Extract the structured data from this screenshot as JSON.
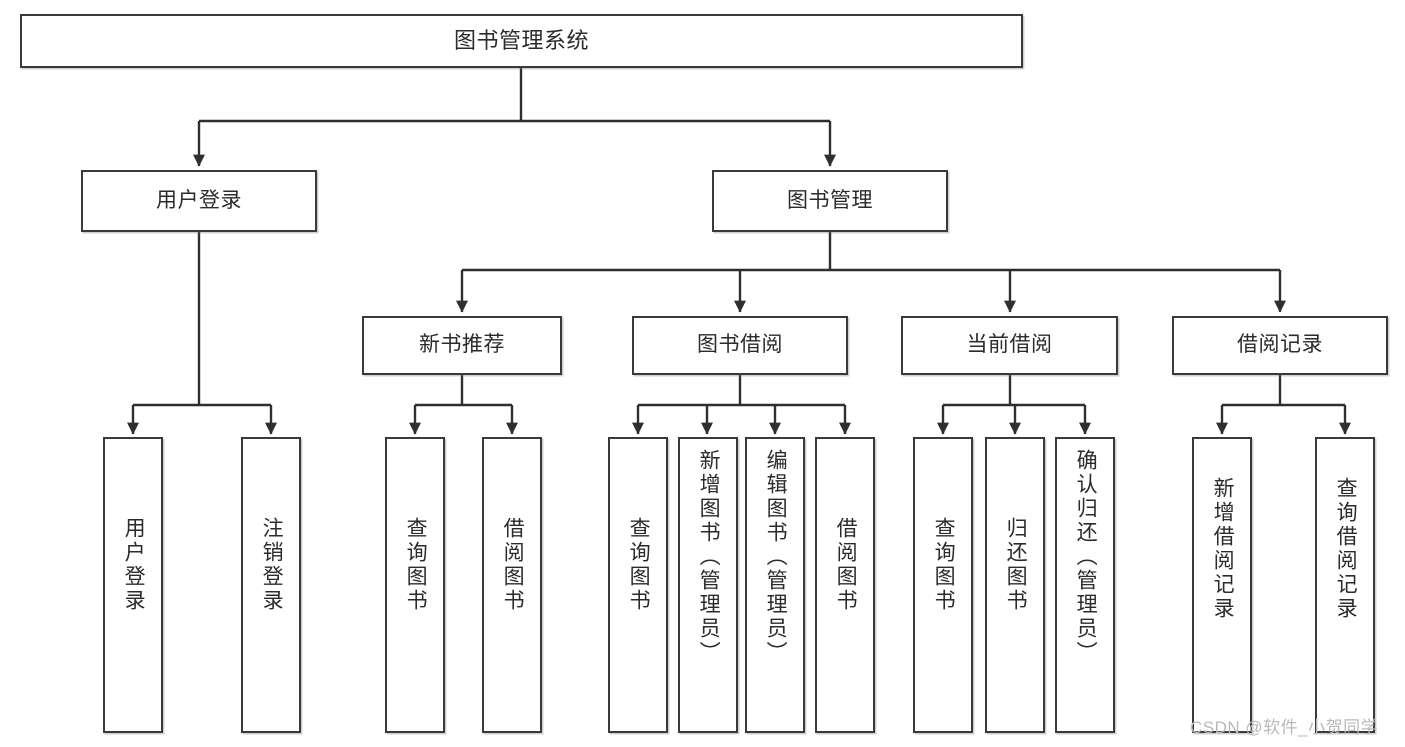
{
  "diagram": {
    "type": "tree-hierarchy",
    "title": "图书管理系统",
    "watermark": "CSDN @软件_小贺同学",
    "colors": {
      "box_border": "#3a3a3a",
      "box_fill": "#ffffff",
      "connector": "#2f2f2f",
      "text": "#2b2b2b",
      "watermark": "#b9b9b9"
    },
    "nodes": {
      "root": {
        "label": "图书管理系统"
      },
      "level2": [
        {
          "label": "用户登录"
        },
        {
          "label": "图书管理"
        }
      ],
      "level3": [
        {
          "label": "新书推荐"
        },
        {
          "label": "图书借阅"
        },
        {
          "label": "当前借阅"
        },
        {
          "label": "借阅记录"
        }
      ],
      "leaves": {
        "user_login": [
          {
            "label": "用户登录"
          },
          {
            "label": "注销登录"
          }
        ],
        "new_book": [
          {
            "label": "查询图书"
          },
          {
            "label": "借阅图书"
          }
        ],
        "book_borrow": [
          {
            "label": "查询图书"
          },
          {
            "label": "新增图书（管理员）"
          },
          {
            "label": "编辑图书（管理员）"
          },
          {
            "label": "借阅图书"
          }
        ],
        "current_borrow": [
          {
            "label": "查询图书"
          },
          {
            "label": "归还图书"
          },
          {
            "label": "确认归还（管理员）"
          }
        ],
        "borrow_record": [
          {
            "label": "新增借阅记录"
          },
          {
            "label": "查询借阅记录"
          }
        ]
      }
    }
  }
}
